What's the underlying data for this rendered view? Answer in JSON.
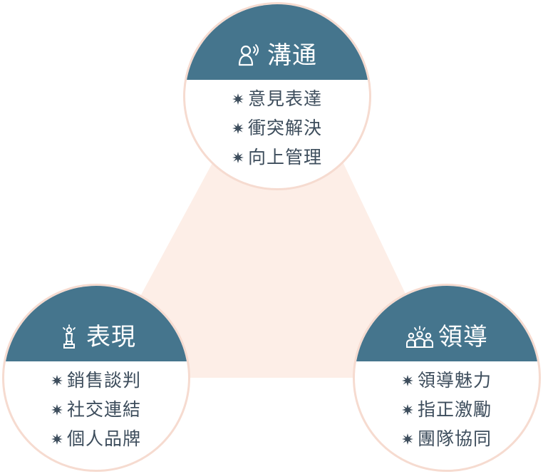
{
  "diagram": {
    "colors": {
      "header": "#45758d",
      "ring": "#f6dbd0",
      "triangle": "#fdeee7",
      "item_text": "#3d4d5c",
      "title_text": "#ffffff"
    },
    "nodes": {
      "communication": {
        "title": "溝通",
        "icon": "speaking-person-icon",
        "items": [
          "意見表達",
          "衝突解決",
          "向上管理"
        ]
      },
      "performance": {
        "title": "表現",
        "icon": "trophy-icon",
        "items": [
          "銷售談判",
          "社交連結",
          "個人品牌"
        ]
      },
      "leadership": {
        "title": "領導",
        "icon": "team-icon",
        "items": [
          "領導魅力",
          "指正激勵",
          "團隊協同"
        ]
      }
    },
    "bullet_icon": "star-burst-icon"
  }
}
